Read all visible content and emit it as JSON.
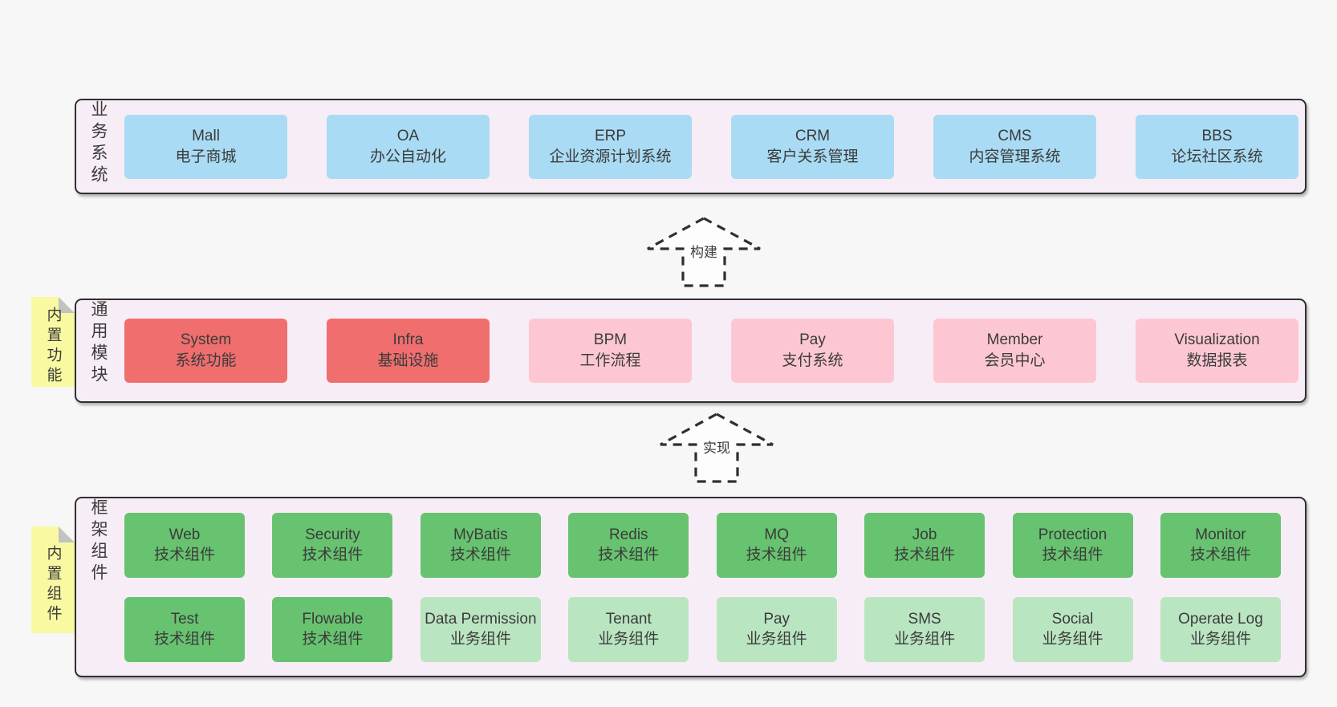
{
  "palette": {
    "background": "#f7f7f7",
    "container_fill": "#f7edf6",
    "container_border": "#2f2f2f",
    "text": "#3b3b3b",
    "blue": "#a9dbf4",
    "red": "#f06e6e",
    "pink": "#fcc7d2",
    "green": "#67c36f",
    "light_green": "#bae5c1",
    "tag_yellow": "#f9f9a2",
    "tag_fold_gray": "#c2c2c2",
    "arrow_stroke": "#2f2f2f",
    "arrow_fill": "#fdfdfd"
  },
  "diagram": {
    "layers": [
      {
        "label": "业务系统",
        "boxes": [
          {
            "name": "Mall",
            "subtitle": "电子商城",
            "color": "#a9dbf4"
          },
          {
            "name": "OA",
            "subtitle": "办公自动化",
            "color": "#a9dbf4"
          },
          {
            "name": "ERP",
            "subtitle": "企业资源计划系统",
            "color": "#a9dbf4"
          },
          {
            "name": "CRM",
            "subtitle": "客户关系管理",
            "color": "#a9dbf4"
          },
          {
            "name": "CMS",
            "subtitle": "内容管理系统",
            "color": "#a9dbf4"
          },
          {
            "name": "BBS",
            "subtitle": "论坛社区系统",
            "color": "#a9dbf4"
          }
        ]
      },
      {
        "label": "通用模块",
        "tag": "内置功能",
        "boxes": [
          {
            "name": "System",
            "subtitle": "系统功能",
            "color": "#f06e6e"
          },
          {
            "name": "Infra",
            "subtitle": "基础设施",
            "color": "#f06e6e"
          },
          {
            "name": "BPM",
            "subtitle": "工作流程",
            "color": "#fcc7d2"
          },
          {
            "name": "Pay",
            "subtitle": "支付系统",
            "color": "#fcc7d2"
          },
          {
            "name": "Member",
            "subtitle": "会员中心",
            "color": "#fcc7d2"
          },
          {
            "name": "Visualization",
            "subtitle": "数据报表",
            "color": "#fcc7d2"
          }
        ]
      },
      {
        "label": "框架组件",
        "tag": "内置组件",
        "rows": [
          [
            {
              "name": "Web",
              "subtitle": "技术组件",
              "color": "#67c36f"
            },
            {
              "name": "Security",
              "subtitle": "技术组件",
              "color": "#67c36f"
            },
            {
              "name": "MyBatis",
              "subtitle": "技术组件",
              "color": "#67c36f"
            },
            {
              "name": "Redis",
              "subtitle": "技术组件",
              "color": "#67c36f"
            },
            {
              "name": "MQ",
              "subtitle": "技术组件",
              "color": "#67c36f"
            },
            {
              "name": "Job",
              "subtitle": "技术组件",
              "color": "#67c36f"
            },
            {
              "name": "Protection",
              "subtitle": "技术组件",
              "color": "#67c36f"
            },
            {
              "name": "Monitor",
              "subtitle": "技术组件",
              "color": "#67c36f"
            }
          ],
          [
            {
              "name": "Test",
              "subtitle": "技术组件",
              "color": "#67c36f"
            },
            {
              "name": "Flowable",
              "subtitle": "技术组件",
              "color": "#67c36f"
            },
            {
              "name": "Data Permission",
              "subtitle": "业务组件",
              "color": "#bae5c1"
            },
            {
              "name": "Tenant",
              "subtitle": "业务组件",
              "color": "#bae5c1"
            },
            {
              "name": "Pay",
              "subtitle": "业务组件",
              "color": "#bae5c1"
            },
            {
              "name": "SMS",
              "subtitle": "业务组件",
              "color": "#bae5c1"
            },
            {
              "name": "Social",
              "subtitle": "业务组件",
              "color": "#bae5c1"
            },
            {
              "name": "Operate Log",
              "subtitle": "业务组件",
              "color": "#bae5c1"
            }
          ]
        ]
      }
    ],
    "arrows": [
      {
        "label": "构建"
      },
      {
        "label": "实现"
      }
    ]
  }
}
